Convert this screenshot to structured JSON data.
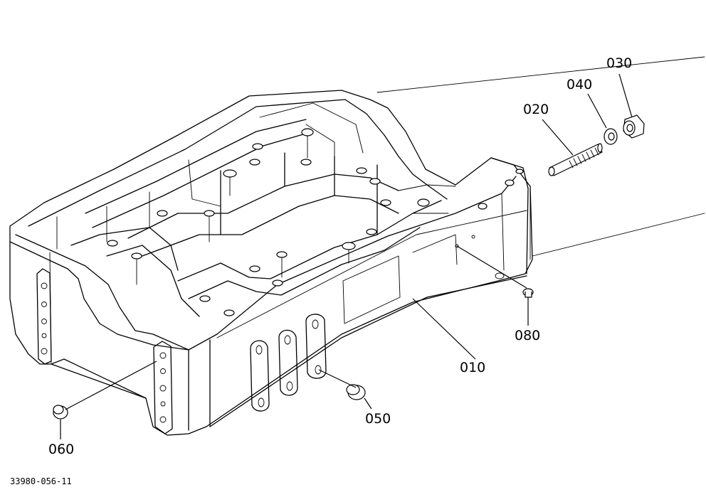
{
  "parts": [
    {
      "id": "p010",
      "label": "010"
    },
    {
      "id": "p020",
      "label": "020"
    },
    {
      "id": "p030",
      "label": "030"
    },
    {
      "id": "p040",
      "label": "040"
    },
    {
      "id": "p050",
      "label": "050"
    },
    {
      "id": "p060",
      "label": "060"
    },
    {
      "id": "p080",
      "label": "080"
    }
  ],
  "drawing_number": "33980-056-11"
}
